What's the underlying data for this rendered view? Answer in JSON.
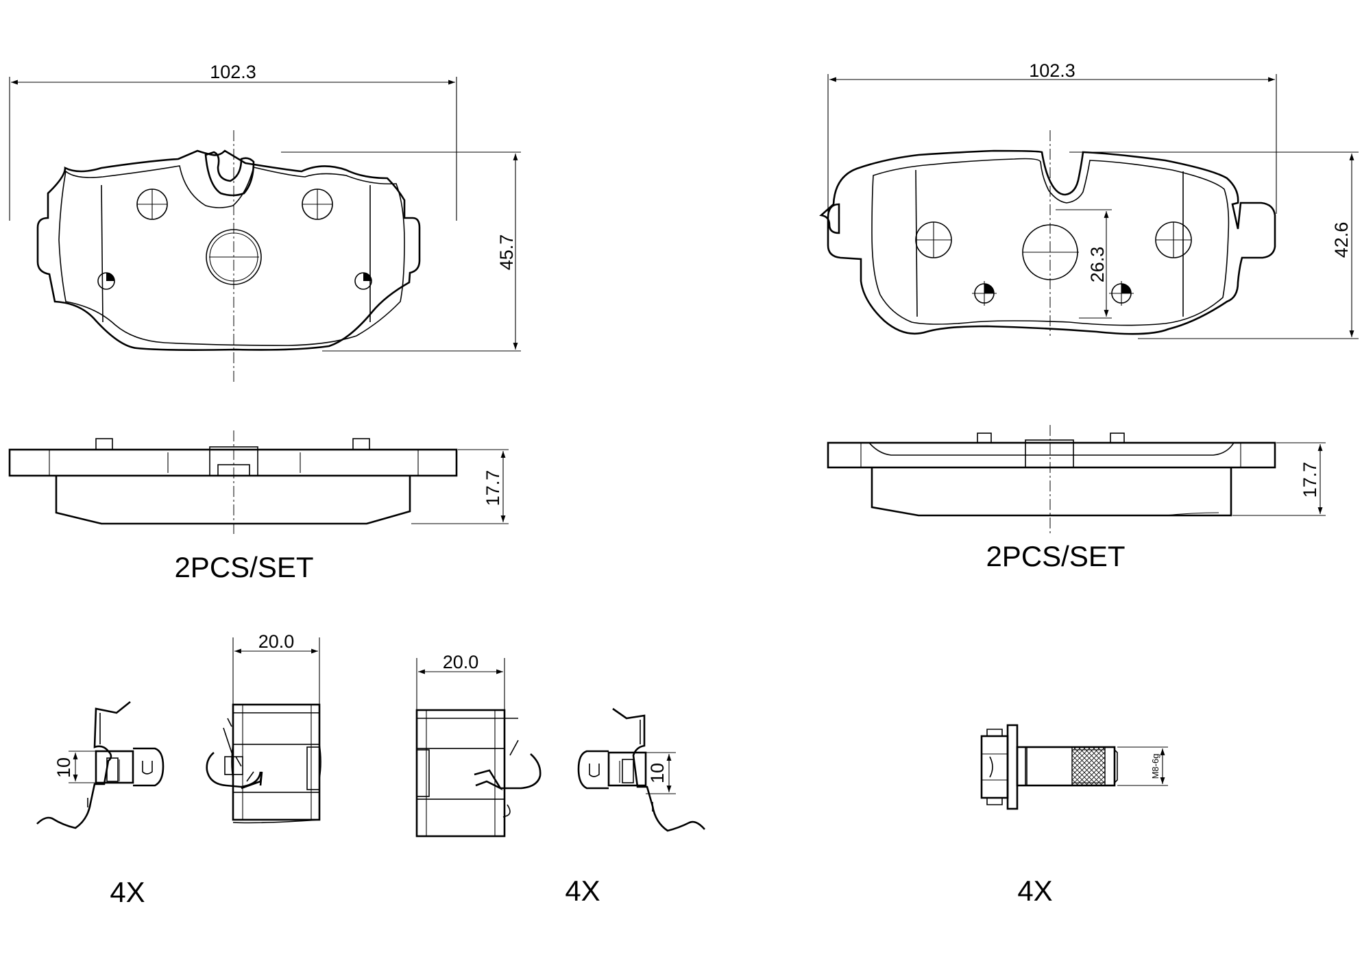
{
  "front_pad": {
    "width_label": "102.3",
    "height_label": "45.7",
    "thickness_label": "17.7",
    "quantity_label": "2PCS/SET"
  },
  "rear_pad": {
    "width_label": "102.3",
    "height_label": "42.6",
    "center_offset_label": "26.3",
    "thickness_label": "17.7",
    "quantity_label": "2PCS/SET"
  },
  "clip_left": {
    "width_label": "20.0",
    "height_label": "10",
    "quantity_label": "4X"
  },
  "clip_right": {
    "width_label": "20.0",
    "height_label": "10",
    "quantity_label": "4X"
  },
  "bolt": {
    "thread_label": "M8-6g",
    "quantity_label": "4X"
  }
}
